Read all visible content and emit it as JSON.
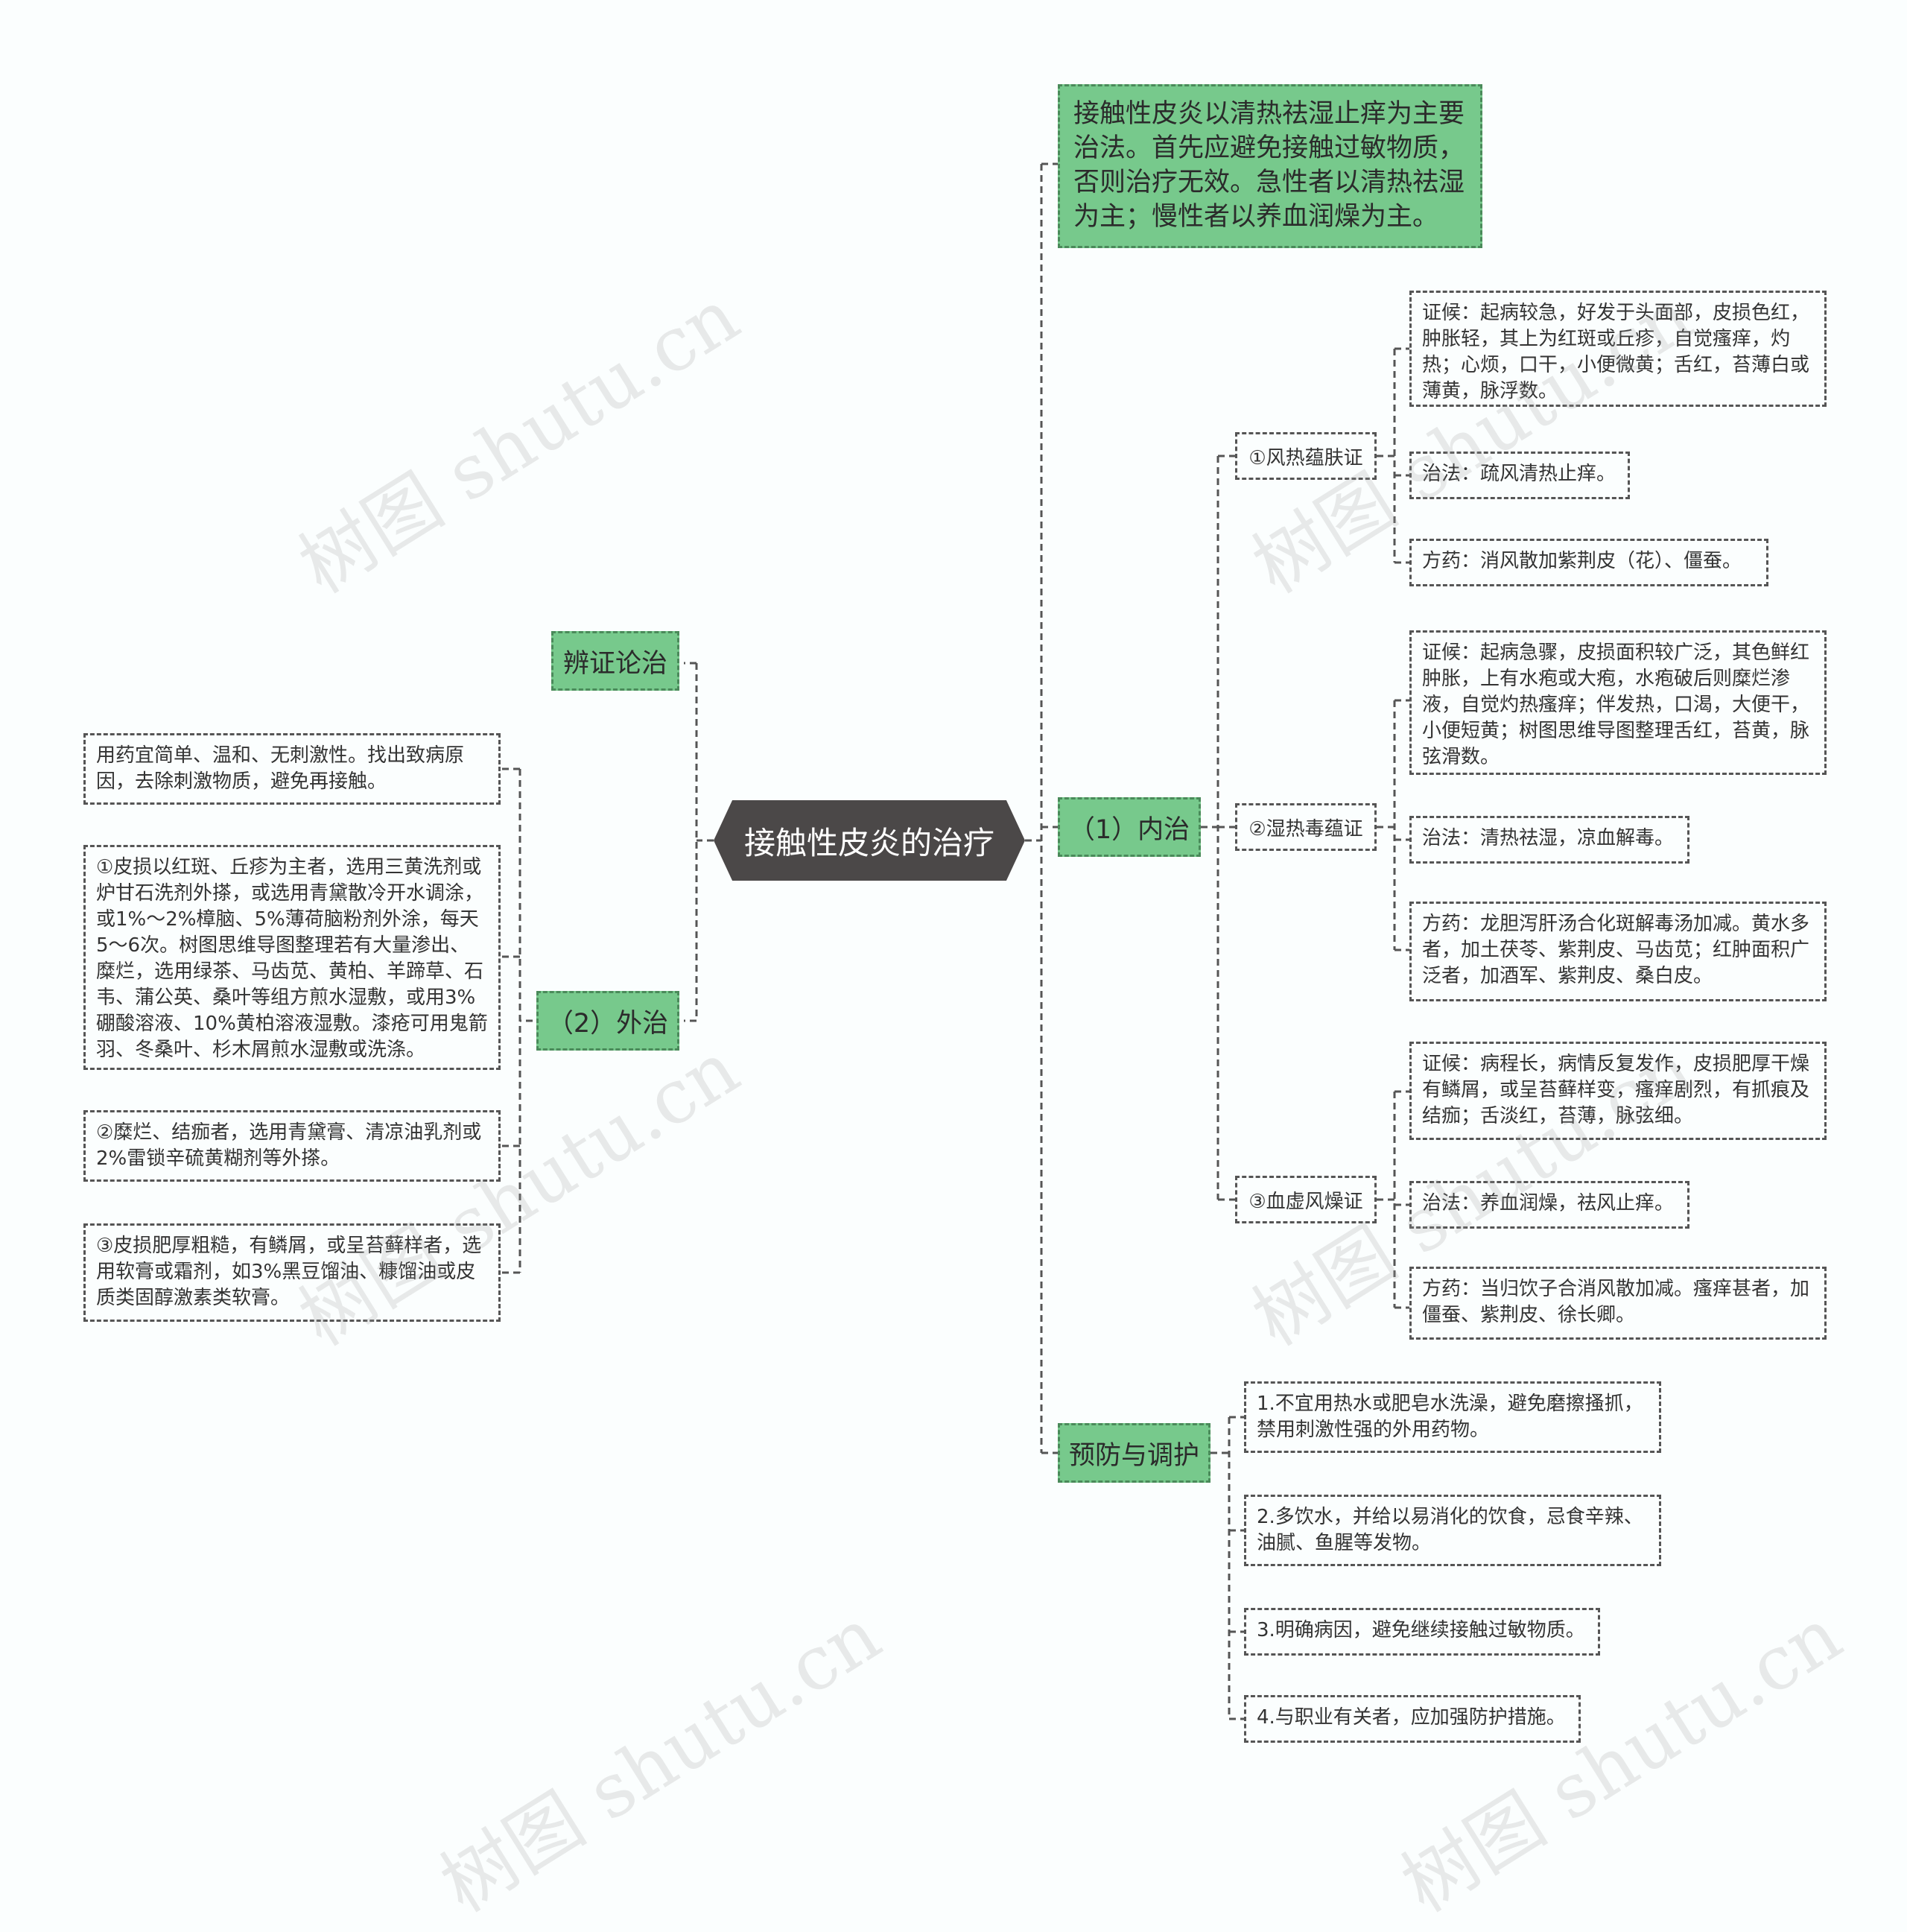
{
  "root": "接触性皮炎的治疗",
  "summary": "接触性皮炎以清热祛湿止痒为主要治法。首先应避免接触过敏物质，否则治疗无效。急性者以清热祛湿为主；慢性者以养血润燥为主。",
  "left": {
    "bianzheng": "辨证论治",
    "waizhi": "（2）外治",
    "items": [
      "用药宜简单、温和、无刺激性。找出致病原因，去除刺激物质，避免再接触。",
      "①皮损以红斑、丘疹为主者，选用三黄洗剂或炉甘石洗剂外搽，或选用青黛散冷开水调涂，或1%～2%樟脑、5%薄荷脑粉剂外涂，每天5～6次。树图思维导图整理若有大量渗出、糜烂，选用绿茶、马齿苋、黄柏、羊蹄草、石韦、蒲公英、桑叶等组方煎水湿敷，或用3%硼酸溶液、10%黄柏溶液湿敷。漆疮可用鬼箭羽、冬桑叶、杉木屑煎水湿敷或洗涤。",
      "②糜烂、结痂者，选用青黛膏、清凉油乳剂或2%雷锁辛硫黄糊剂等外搽。",
      "③皮损肥厚粗糙，有鳞屑，或呈苔藓样者，选用软膏或霜剂，如3%黑豆馏油、糠馏油或皮质类固醇激素类软膏。"
    ]
  },
  "neizhi": {
    "label": "（1）内治",
    "groups": [
      {
        "name": "①风热蕴肤证",
        "items": [
          "证候：起病较急，好发于头面部，皮损色红，肿胀轻，其上为红斑或丘疹，自觉瘙痒，灼热；心烦，口干，小便微黄；舌红，苔薄白或薄黄，脉浮数。",
          "治法：疏风清热止痒。",
          "方药：消风散加紫荆皮（花）、僵蚕。"
        ]
      },
      {
        "name": "②湿热毒蕴证",
        "items": [
          "证候：起病急骤，皮损面积较广泛，其色鲜红肿胀，上有水疱或大疱，水疱破后则糜烂渗液，自觉灼热瘙痒；伴发热，口渴，大便干，小便短黄；树图思维导图整理舌红，苔黄，脉弦滑数。",
          "治法：清热祛湿，凉血解毒。",
          "方药：龙胆泻肝汤合化斑解毒汤加减。黄水多者，加土茯苓、紫荆皮、马齿苋；红肿面积广泛者，加酒军、紫荆皮、桑白皮。"
        ]
      },
      {
        "name": "③血虚风燥证",
        "items": [
          "证候：病程长，病情反复发作，皮损肥厚干燥有鳞屑，或呈苔藓样变，瘙痒剧烈，有抓痕及结痂；舌淡红，苔薄，脉弦细。",
          "治法：养血润燥，祛风止痒。",
          "方药：当归饮子合消风散加减。瘙痒甚者，加僵蚕、紫荆皮、徐长卿。"
        ]
      }
    ]
  },
  "yufang": {
    "label": "预防与调护",
    "items": [
      "1.不宜用热水或肥皂水洗澡，避免磨擦搔抓，禁用刺激性强的外用药物。",
      "2.多饮水，并给以易消化的饮食，忌食辛辣、油腻、鱼腥等发物。",
      "3.明确病因，避免继续接触过敏物质。",
      "4.与职业有关者，应加强防护措施。"
    ]
  },
  "watermark": "树图 shutu.cn",
  "colors": {
    "green": "#77c98c",
    "root": "#4b4848",
    "line": "#555555"
  }
}
